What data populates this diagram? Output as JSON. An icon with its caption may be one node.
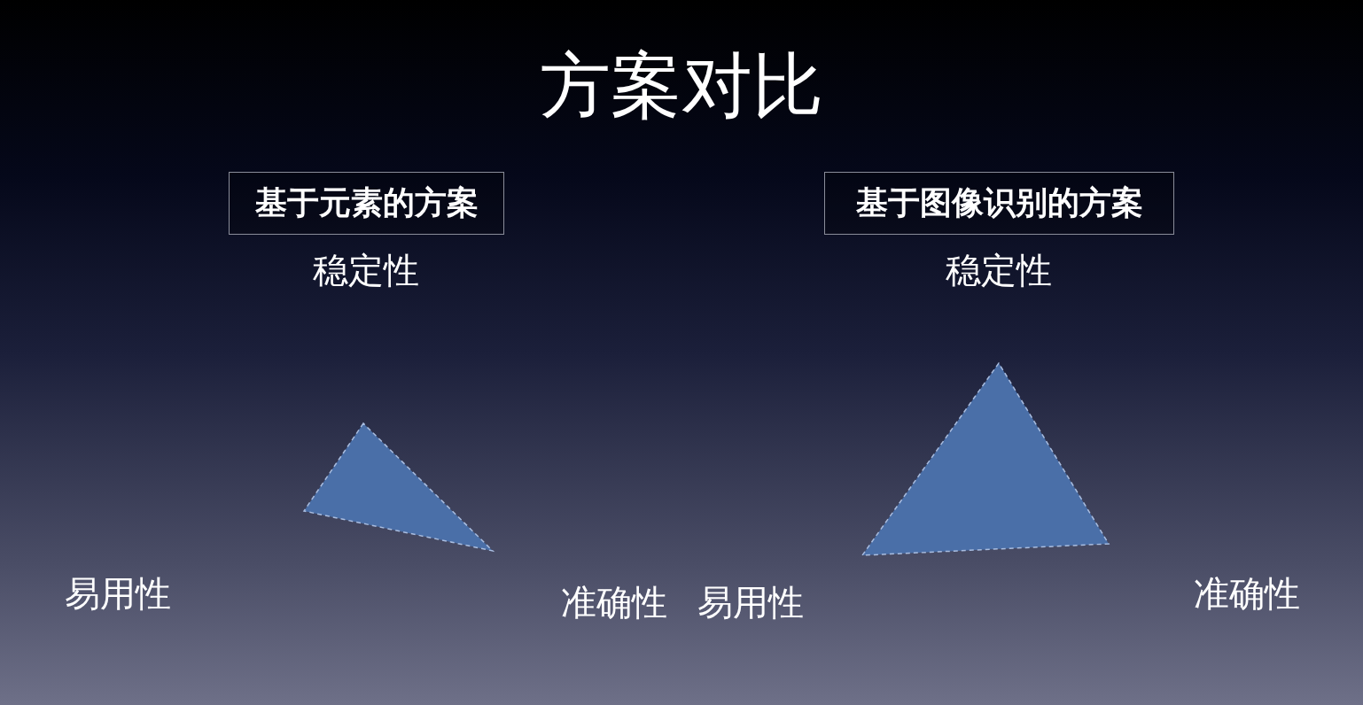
{
  "diagram": {
    "title": "方案对比",
    "nodes": [
      {
        "text": [
          "基于元素的方案"
        ]
      },
      {
        "text": [
          "基于图像识别的方案"
        ]
      },
      {
        "text": [],
        "shape": "triangle"
      },
      {
        "text": [],
        "shape": "triangle"
      }
    ],
    "labels": [
      "稳定性",
      "稳定性",
      "易用性",
      "准确性",
      "易用性",
      "准确性"
    ]
  }
}
